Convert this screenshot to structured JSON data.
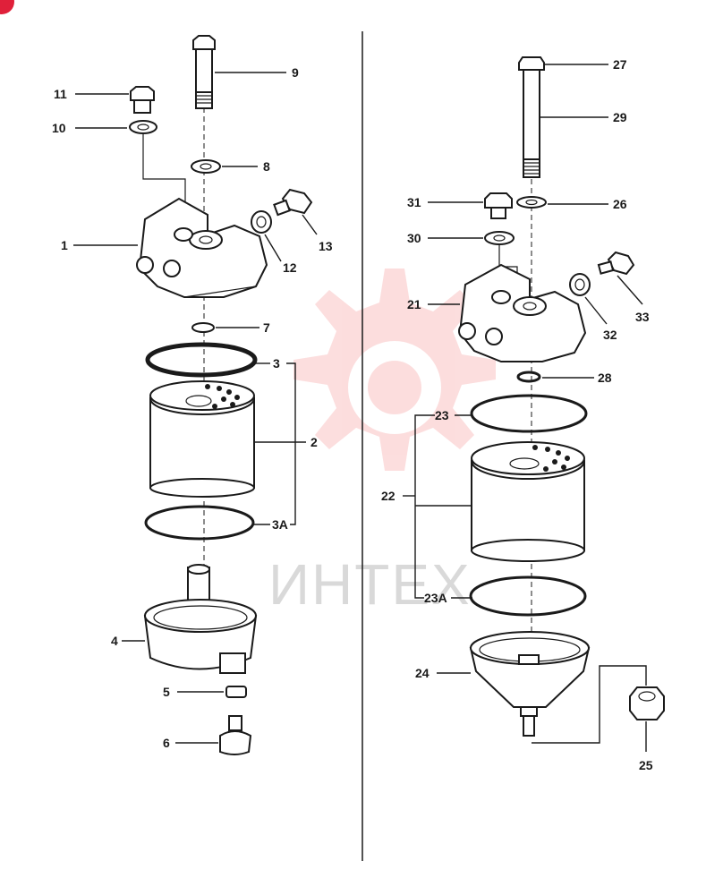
{
  "watermark": {
    "text": "ИНТЕХ",
    "color": "#f26a6a"
  },
  "badge": {
    "color": "#e0203a"
  },
  "left_assembly": {
    "labels": [
      {
        "id": "9",
        "text": "9"
      },
      {
        "id": "11",
        "text": "11"
      },
      {
        "id": "10",
        "text": "10"
      },
      {
        "id": "8",
        "text": "8"
      },
      {
        "id": "13",
        "text": "13"
      },
      {
        "id": "12",
        "text": "12"
      },
      {
        "id": "1",
        "text": "1"
      },
      {
        "id": "7",
        "text": "7"
      },
      {
        "id": "3",
        "text": "3"
      },
      {
        "id": "2",
        "text": "2"
      },
      {
        "id": "3A",
        "text": "3A"
      },
      {
        "id": "4",
        "text": "4"
      },
      {
        "id": "5",
        "text": "5"
      },
      {
        "id": "6",
        "text": "6"
      }
    ]
  },
  "right_assembly": {
    "labels": [
      {
        "id": "27",
        "text": "27"
      },
      {
        "id": "29",
        "text": "29"
      },
      {
        "id": "31",
        "text": "31"
      },
      {
        "id": "26",
        "text": "26"
      },
      {
        "id": "30",
        "text": "30"
      },
      {
        "id": "21",
        "text": "21"
      },
      {
        "id": "33",
        "text": "33"
      },
      {
        "id": "32",
        "text": "32"
      },
      {
        "id": "28",
        "text": "28"
      },
      {
        "id": "23",
        "text": "23"
      },
      {
        "id": "22",
        "text": "22"
      },
      {
        "id": "23A",
        "text": "23A"
      },
      {
        "id": "24",
        "text": "24"
      },
      {
        "id": "25",
        "text": "25"
      }
    ]
  }
}
